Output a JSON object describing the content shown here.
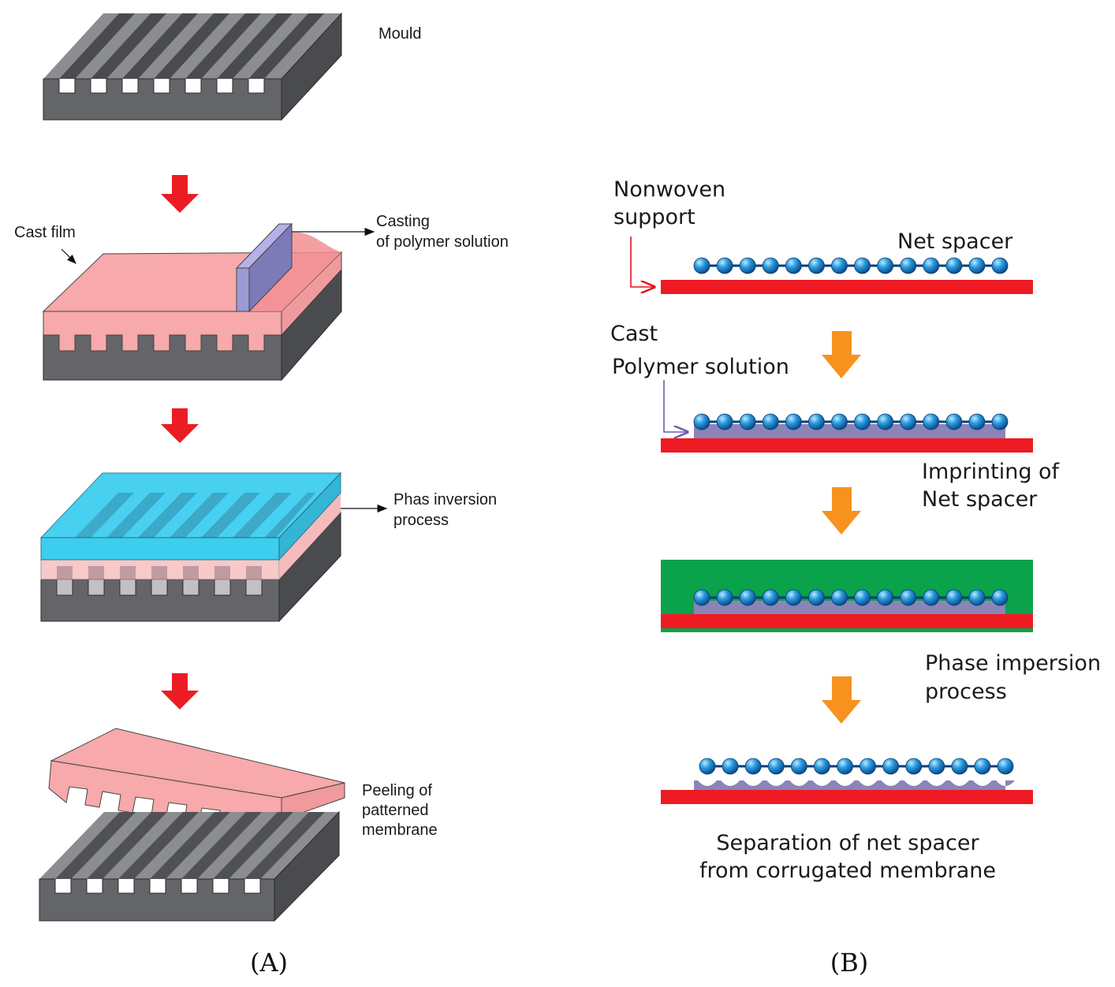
{
  "panel_a": {
    "mould_label": "Mould",
    "cast_film_label": "Cast film",
    "casting_line1": "Casting",
    "casting_line2": "of polymer solution",
    "phase_line1": "Phas inversion",
    "phase_line2": "process",
    "peel_line1": "Peeling of",
    "peel_line2": "patterned",
    "peel_line3": "membrane",
    "caption": "(A)"
  },
  "panel_b": {
    "nonwoven_line1": "Nonwoven",
    "nonwoven_line2": "support",
    "net_spacer": "Net spacer",
    "cast_line1": "Cast",
    "cast_line2": "Polymer solution",
    "imprint_line1": "Imprinting of",
    "imprint_line2": "Net spacer",
    "phase_line1": "Phase impersion",
    "phase_line2": "process",
    "sep_line1": "Separation of net spacer",
    "sep_line2": "from corrugated membrane",
    "caption": "(B)"
  },
  "colors": {
    "mould_front": "#646569",
    "mould_top": "#8c8d91",
    "mould_side": "#4a4b4e",
    "film_pink": "#f7a9ab",
    "blade_purple": "#9c9ad6",
    "water_blue": "#29c8ee",
    "arrow_red": "#ec1c24",
    "arrow_orange": "#f7921e",
    "support_red": "#ee1b24",
    "bath_green": "#0aa24b",
    "polymer_purple": "#8a84b8",
    "bead_blue": "#1e8ed0"
  }
}
